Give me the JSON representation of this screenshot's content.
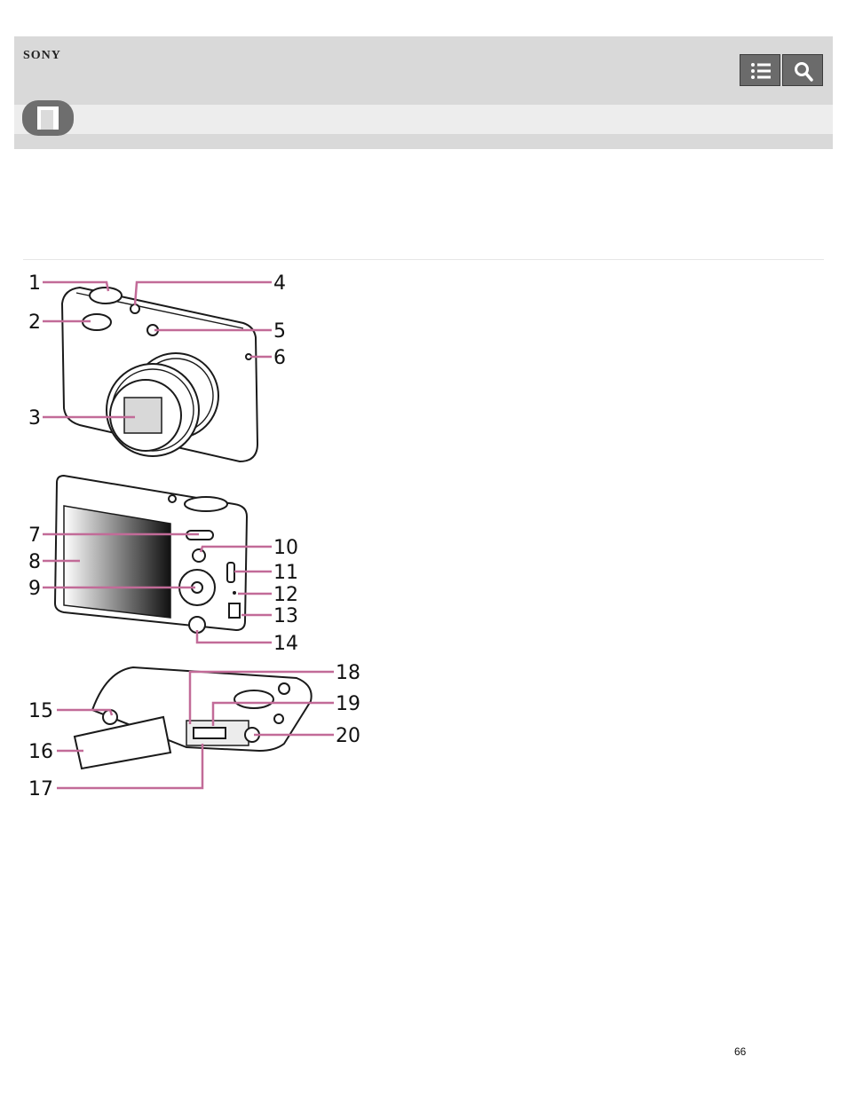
{
  "header": {
    "brand": "SONY",
    "toc_button": "table-of-contents",
    "search_button": "search"
  },
  "icons": {
    "toc": "list-icon",
    "search": "magnifier-icon",
    "section": "book-icon"
  },
  "figure": {
    "callouts": [
      "1",
      "2",
      "3",
      "4",
      "5",
      "6",
      "7",
      "8",
      "9",
      "10",
      "11",
      "12",
      "13",
      "14",
      "15",
      "16",
      "17",
      "18",
      "19",
      "20"
    ]
  },
  "footer": {
    "page_number": "66"
  }
}
